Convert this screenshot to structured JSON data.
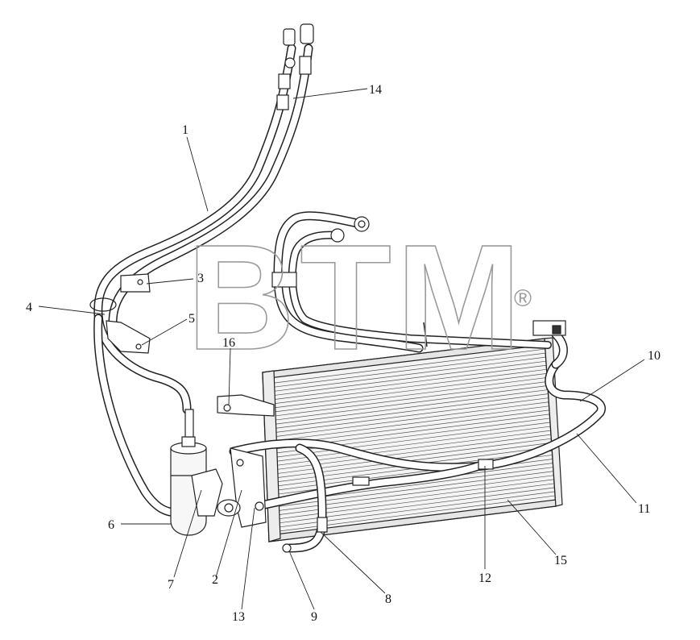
{
  "watermark": {
    "text": "BTM",
    "registered": "®"
  },
  "callouts": [
    {
      "id": "c1",
      "label": "1"
    },
    {
      "id": "c2",
      "label": "2"
    },
    {
      "id": "c3",
      "label": "3"
    },
    {
      "id": "c4",
      "label": "4"
    },
    {
      "id": "c5",
      "label": "5"
    },
    {
      "id": "c6",
      "label": "6"
    },
    {
      "id": "c7",
      "label": "7"
    },
    {
      "id": "c8",
      "label": "8"
    },
    {
      "id": "c9",
      "label": "9"
    },
    {
      "id": "c10",
      "label": "10"
    },
    {
      "id": "c11",
      "label": "11"
    },
    {
      "id": "c12",
      "label": "12"
    },
    {
      "id": "c13",
      "label": "13"
    },
    {
      "id": "c14",
      "label": "14"
    },
    {
      "id": "c15",
      "label": "15"
    },
    {
      "id": "c16",
      "label": "16"
    }
  ]
}
